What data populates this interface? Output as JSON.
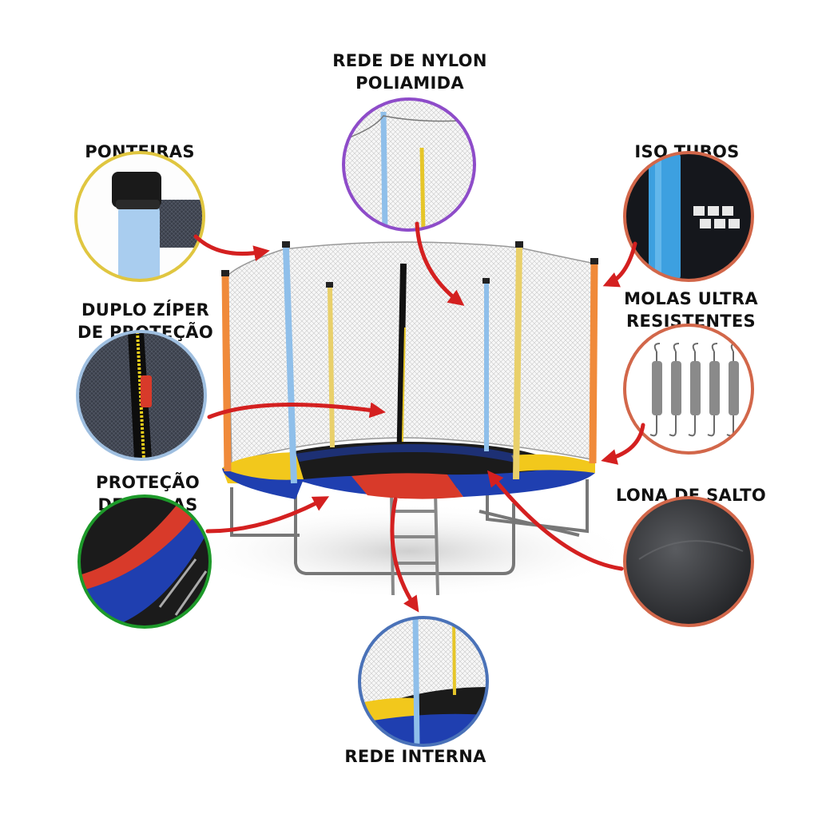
{
  "labels": {
    "rede_nylon": [
      "REDE DE NYLON",
      "POLIAMIDA"
    ],
    "ponteiras": [
      "PONTEIRAS"
    ],
    "iso_tubos": [
      "ISO TUBOS"
    ],
    "duplo_ziper": [
      "DUPLO ZÍPER",
      "DE PROTEÇÃO"
    ],
    "molas": [
      "MOLAS ULTRA",
      "RESISTENTES"
    ],
    "protecao_molas": [
      "PROTEÇÃO",
      "DE MOLAS"
    ],
    "lona": [
      "LONA DE SALTO"
    ],
    "rede_interna": [
      "REDE INTERNA"
    ]
  },
  "colors": {
    "rede_nylon_ring": "#8e4cc9",
    "ponteiras_ring": "#e0c640",
    "iso_tubos_ring": "#d2674a",
    "duplo_ziper_ring": "#9fbfe0",
    "molas_ring": "#d2674a",
    "protecao_molas_ring": "#1d9a2a",
    "lona_ring": "#d2674a",
    "rede_interna_ring": "#4a72b8",
    "arrow": "#d42020",
    "pad_blue": "#1f3fb0",
    "pad_red": "#d83a2a",
    "pad_yellow": "#f2c81c",
    "pole_orange": "#f08a3a",
    "pole_blue": "#8fbfea",
    "pole_yellow": "#e9d06a"
  }
}
